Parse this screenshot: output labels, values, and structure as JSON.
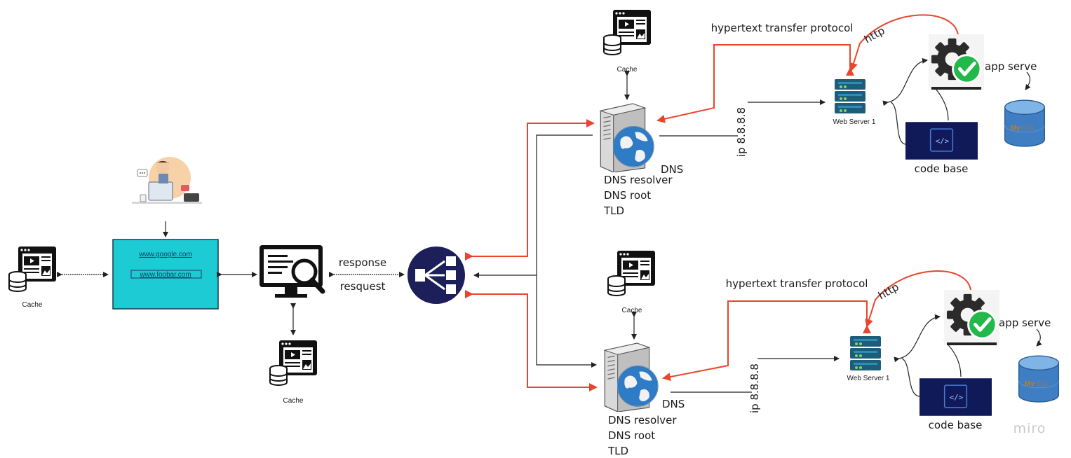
{
  "diagram": {
    "browser_panel": {
      "links": [
        "www.google.com",
        "www.foobar.com"
      ]
    },
    "cache_labels": {
      "left": "Cache",
      "bottom": "Cache",
      "top_dns": "Cache",
      "mid_dns": "Cache"
    },
    "client_labels": {
      "response": "response",
      "request": "resquest"
    },
    "dns_cluster_top": {
      "dns_label": "DNS",
      "lines": [
        "DNS resolver",
        "DNS root",
        "TLD"
      ],
      "ip_label": "ip 8.8.8.8",
      "protocol_label": "hypertext transfer protocol",
      "http_label": "http",
      "web_server_label": "Web Server 1",
      "app_server_label": "app serve",
      "code_base_label": "code base"
    },
    "dns_cluster_bottom": {
      "dns_label": "DNS",
      "lines": [
        "DNS resolver",
        "DNS root",
        "TLD"
      ],
      "ip_label": "ip 8.8.8.8",
      "protocol_label": "hypertext transfer protocol",
      "http_label": "http",
      "web_server_label": "Web Server 1",
      "app_server_label": "app serve",
      "code_base_label": "code base"
    },
    "watermark": "miro",
    "colors": {
      "red_arrow": "#e8452c",
      "panel_cyan": "#1ccbd4",
      "balancer_navy": "#1d1f5b",
      "code_panel": "#0e1442"
    }
  }
}
